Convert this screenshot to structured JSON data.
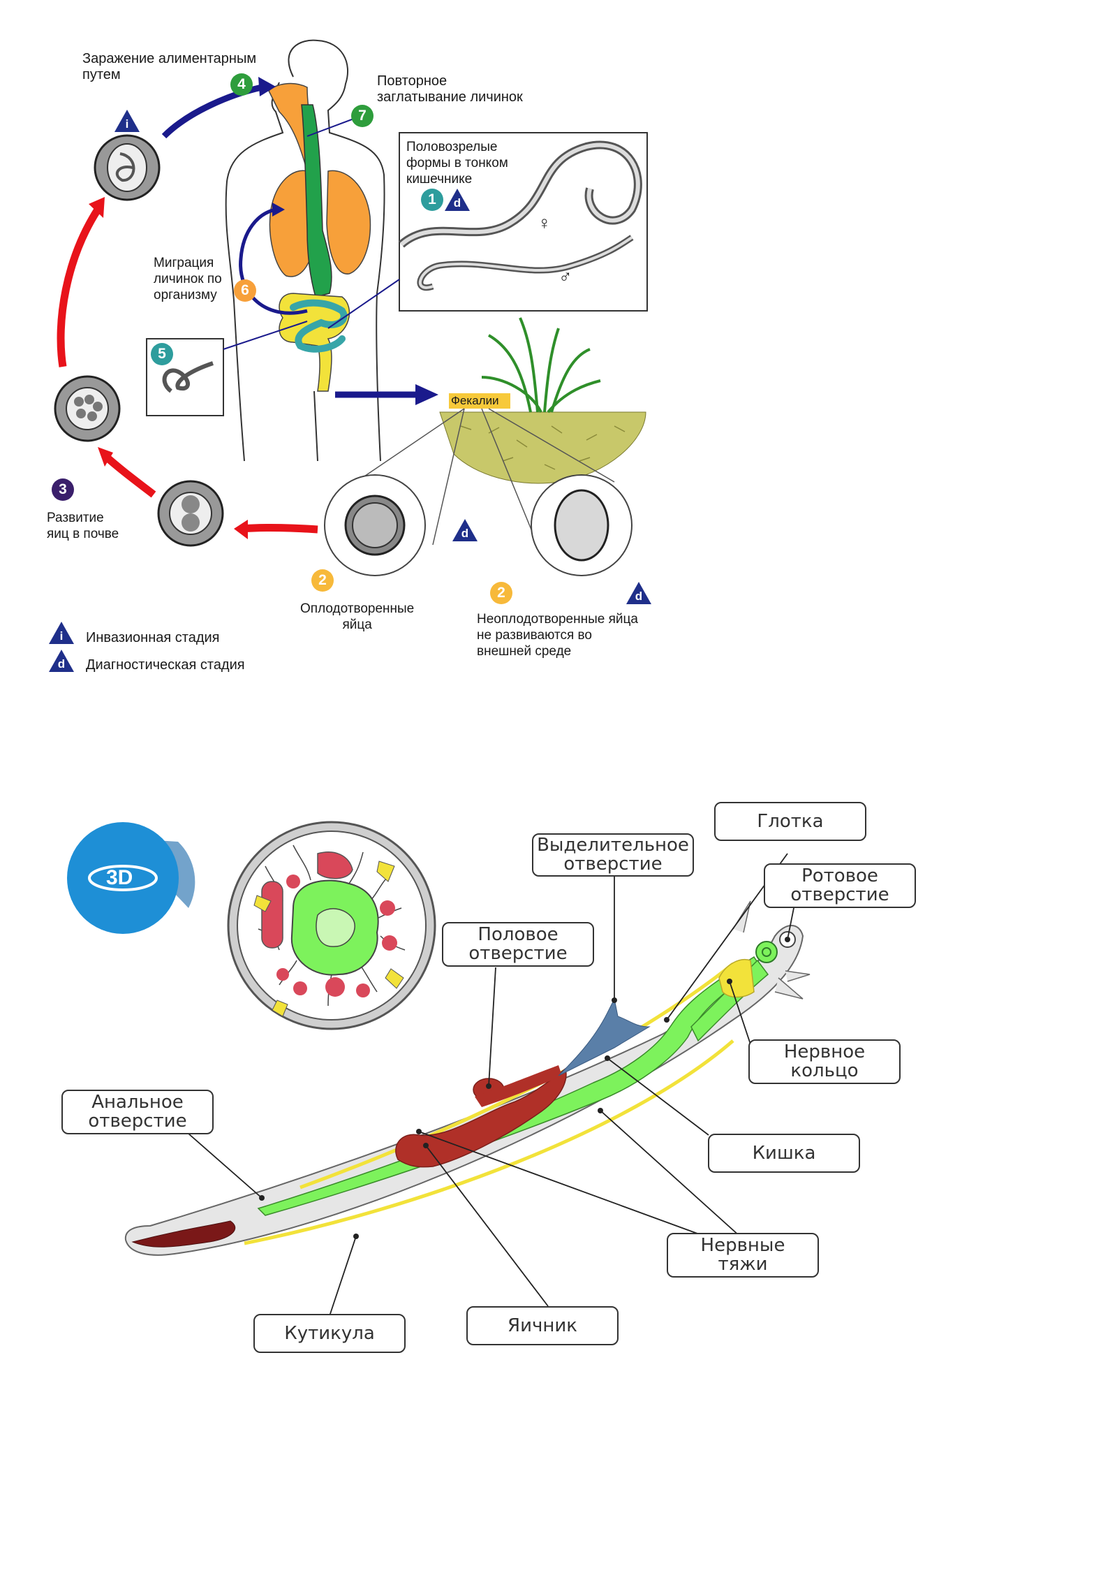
{
  "life_cycle": {
    "infection_label": "Заражение алиментарным\nпутем",
    "reswallow_label": "Повторное\nзаглатывание личинок",
    "adults_label": "Половозрелые\nформы в тонком\nкишечнике",
    "migration_label": "Миграция\nличинок по\nорганизму",
    "feces_label": "Фекалии",
    "soil_dev_label": "Развитие\nяиц в почве",
    "fertilized_label": "Оплодотворенные\nяйца",
    "unfertilized_label": "Неоплодотворенные яйца\nне развиваются во\nвнешней среде",
    "legend": [
      {
        "symbol": "i",
        "text": "Инвазионная стадия"
      },
      {
        "symbol": "d",
        "text": "Диагностическая стадия"
      }
    ],
    "badges": {
      "b1": "1",
      "b2a": "2",
      "b2b": "2",
      "b3": "3",
      "b4": "4",
      "b5": "5",
      "b6": "6",
      "b7": "7"
    },
    "tri_i": "i",
    "tri_d": "d",
    "female_symbol": "♀",
    "male_symbol": "♂"
  },
  "anatomy": {
    "badge_3d": "3D",
    "labels": {
      "pharynx": "Глотка",
      "excretory": "Выделительное\nотверстие",
      "mouth": "Ротовое\nотверстие",
      "genital": "Половое\nотверстие",
      "nerve_ring": "Нервное\nкольцо",
      "anal": "Анальное\nотверстие",
      "intestine": "Кишка",
      "nerve_cords": "Нервные\nтяжи",
      "cuticle": "Кутикула",
      "ovary": "Яичник"
    }
  },
  "colors": {
    "arrow_blue": "#1a1a8c",
    "arrow_red": "#e8131a",
    "lung_orange": "#f7a03a",
    "gut_green": "#22a14b",
    "intestine_teal": "#37a5a8",
    "worm_green": "#7df25c",
    "ovary_red": "#c0392b",
    "nerve_yellow": "#f2e23a",
    "badge_blue": "#1e8fd6"
  }
}
